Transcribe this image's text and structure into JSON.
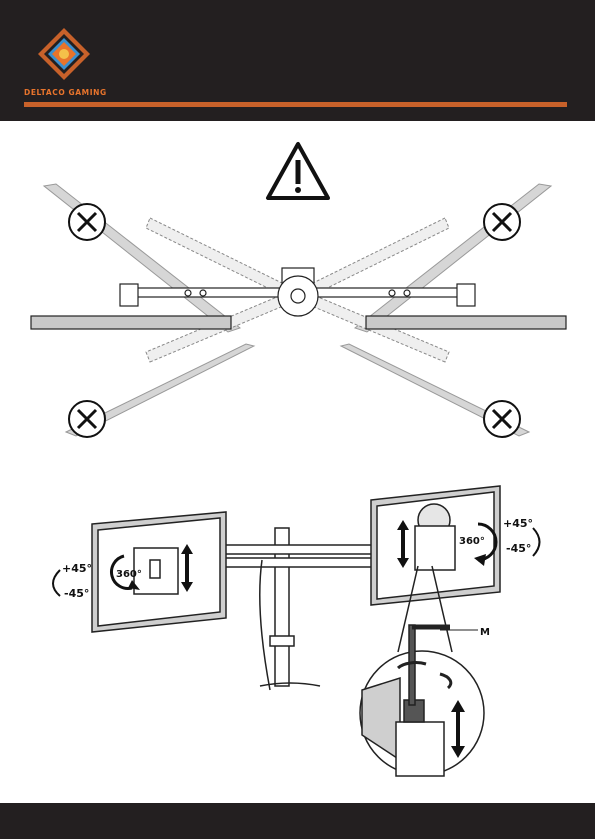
{
  "header": {
    "brand": "DELTACO GAMING"
  },
  "colors": {
    "header_bg": "#231f20",
    "accent": "#c8612a",
    "brand_text": "#e8742c"
  },
  "icons": [
    "warning-icon",
    "prohibited-icon",
    "rotate-icon"
  ],
  "labels": {
    "tilt_up": "+45°",
    "tilt_down": "-45°",
    "rotate": "360°",
    "tool": "M"
  }
}
